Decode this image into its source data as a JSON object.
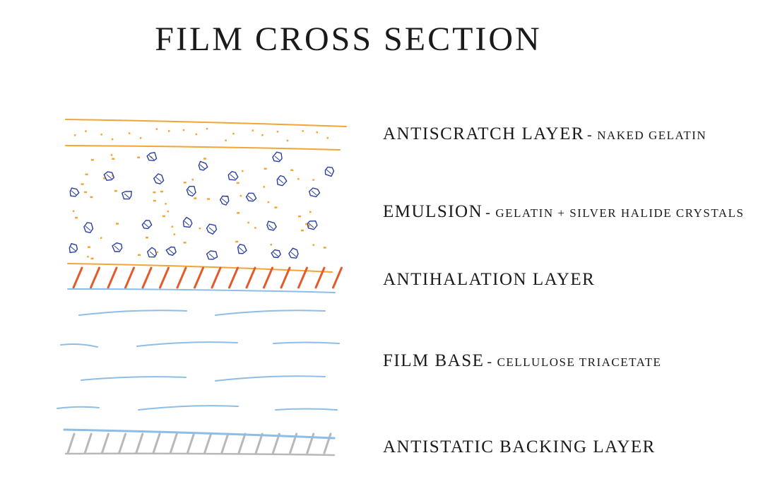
{
  "title": "FILM CROSS SECTION",
  "colors": {
    "gelatin": "#f3a535",
    "crystal": "#2c3fa0",
    "antihalation": "#e55a2a",
    "base": "#8ebde6",
    "backing_hatch": "#b8b8b8"
  },
  "layers": [
    {
      "name": "ANTISCRATCH LAYER",
      "separator": "-",
      "description": "naked gelatin"
    },
    {
      "name": "EMULSION",
      "separator": "-",
      "description": "gelatin + silver halide crystals"
    },
    {
      "name": "ANTIHALATION LAYER",
      "separator": "",
      "description": ""
    },
    {
      "name": "FILM BASE",
      "separator": "-",
      "description": "cellulose triacetate"
    },
    {
      "name": "ANTISTATIC BACKING LAYER",
      "separator": "",
      "description": ""
    }
  ]
}
